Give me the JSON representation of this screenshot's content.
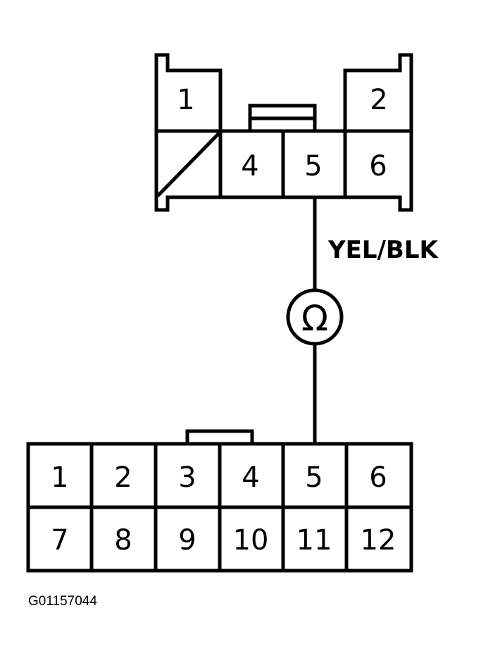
{
  "top_connector": {
    "pins": [
      "1",
      "2",
      "4",
      "5",
      "6"
    ]
  },
  "wire": {
    "label": "YEL/BLK",
    "meter_symbol": "Ω"
  },
  "bottom_connector": {
    "row1": [
      "1",
      "2",
      "3",
      "4",
      "5",
      "6"
    ],
    "row2": [
      "7",
      "8",
      "9",
      "10",
      "11",
      "12"
    ]
  },
  "figure_id": "G01157044",
  "colors": {
    "line": "#000000",
    "background": "#ffffff"
  }
}
